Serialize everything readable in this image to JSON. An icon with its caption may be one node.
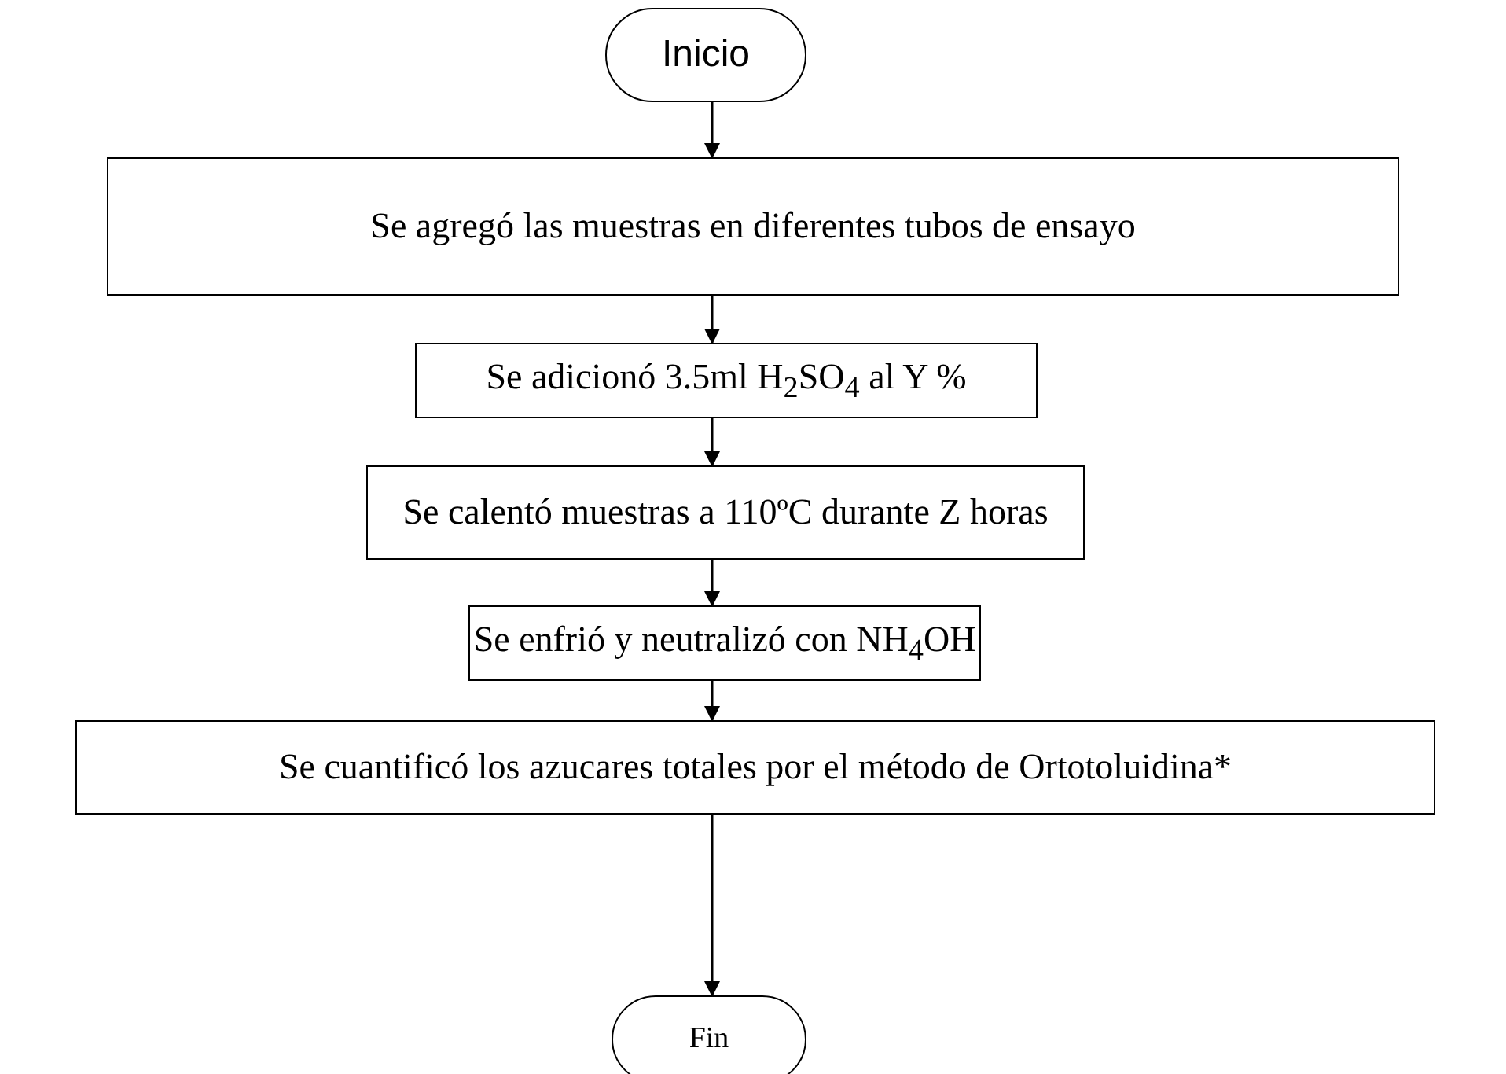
{
  "diagram": {
    "nodes": [
      {
        "text": [
          "Inicio"
        ]
      },
      {
        "text": [
          "Se agregó las muestras en diferentes tubos de ensayo"
        ]
      },
      {
        "text": [
          "Se adicionó 3.5ml H$_{2}$SO$_{4}$ al Y %"
        ]
      },
      {
        "text": [
          "Se calentó muestras a 110ºC durante Z horas"
        ]
      },
      {
        "text": [
          "Se enfrió y neutralizó con NH$_{4}$OH"
        ]
      },
      {
        "text": [
          "Se cuantificó los azucares totales por el método de Ortotoluidina*"
        ]
      },
      {
        "text": [
          "Fin"
        ]
      }
    ],
    "edges": [
      {
        "from": 0,
        "to": 1,
        "arrow": "to"
      },
      {
        "from": 1,
        "to": 2,
        "arrow": "to"
      },
      {
        "from": 2,
        "to": 3,
        "arrow": "to"
      },
      {
        "from": 3,
        "to": 4,
        "arrow": "to"
      },
      {
        "from": 4,
        "to": 5,
        "arrow": "to"
      },
      {
        "from": 5,
        "to": 6,
        "arrow": "to"
      }
    ]
  }
}
